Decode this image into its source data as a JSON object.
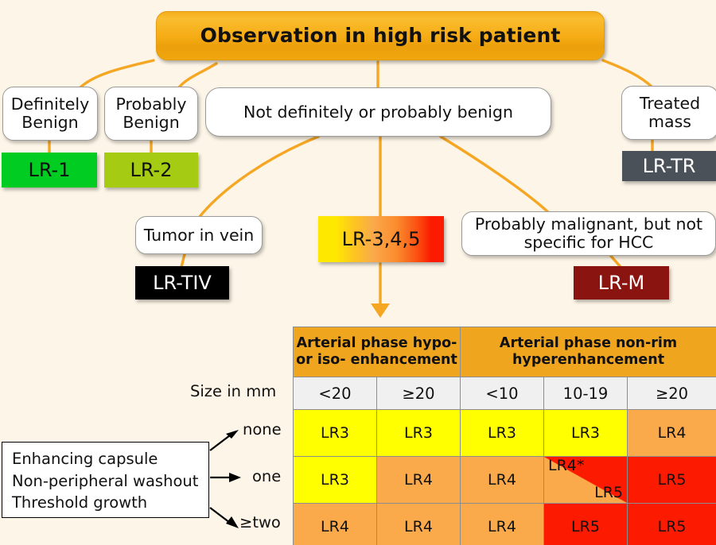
{
  "diagram": {
    "title": "Observation in high risk patient",
    "background_color": "#fdf5e7",
    "connector_color": "#f5a623"
  },
  "nodes": {
    "root": {
      "label": "Observation in high risk patient"
    },
    "definitely_benign": {
      "label": "Definitely\nBenign"
    },
    "probably_benign": {
      "label": "Probably\nBenign"
    },
    "not_benign": {
      "label": "Not definitely or probably benign"
    },
    "treated_mass": {
      "label": "Treated\nmass"
    },
    "tumor_in_vein": {
      "label": "Tumor in vein"
    },
    "probably_malignant": {
      "label": "Probably malignant, but not\nspecific for HCC"
    }
  },
  "categories": {
    "lr1": {
      "label": "LR-1",
      "color": "#00cc22",
      "text_color": "#111111"
    },
    "lr2": {
      "label": "LR-2",
      "color": "#a5cc12",
      "text_color": "#111111"
    },
    "lr345": {
      "label": "LR-3,4,5",
      "color": "gradient-yellow-orange-red",
      "text_color": "#111111"
    },
    "lrtiv": {
      "label": "LR-TIV",
      "color": "#000000",
      "text_color": "#ffffff"
    },
    "lrm": {
      "label": "LR-M",
      "color": "#8a1410",
      "text_color": "#ffffff"
    },
    "lrtr": {
      "label": "LR-TR",
      "color": "#4b5159",
      "text_color": "#ffffff"
    }
  },
  "legend": {
    "features": [
      "Enhancing capsule",
      "Non-peripheral washout",
      "Threshold growth"
    ]
  },
  "table": {
    "size_label": "Size in mm",
    "group_headers": [
      "Arterial phase hypo- or iso- enhancement",
      "Arterial phase non-rim hyperenhancement"
    ],
    "size_columns": [
      "<20",
      "≥20",
      "<10",
      "10-19",
      "≥20"
    ],
    "row_labels": [
      "none",
      "one",
      "≥two"
    ],
    "rows": [
      {
        "label": "none",
        "cells": [
          {
            "text": "LR3",
            "fill": "yellow"
          },
          {
            "text": "LR3",
            "fill": "yellow"
          },
          {
            "text": "LR3",
            "fill": "yellow"
          },
          {
            "text": "LR3",
            "fill": "yellow"
          },
          {
            "text": "LR4",
            "fill": "orange"
          }
        ]
      },
      {
        "label": "one",
        "cells": [
          {
            "text": "LR3",
            "fill": "yellow"
          },
          {
            "text": "LR4",
            "fill": "orange"
          },
          {
            "text": "LR4",
            "fill": "orange"
          },
          {
            "text": "LR4*",
            "text2": "LR5",
            "fill": "split-orange-red"
          },
          {
            "text": "LR5",
            "fill": "red"
          }
        ]
      },
      {
        "label": "≥two",
        "cells": [
          {
            "text": "LR4",
            "fill": "orange"
          },
          {
            "text": "LR4",
            "fill": "orange"
          },
          {
            "text": "LR4",
            "fill": "orange"
          },
          {
            "text": "LR5",
            "fill": "red"
          },
          {
            "text": "LR5",
            "fill": "red"
          }
        ]
      }
    ],
    "fill_colors": {
      "yellow": "#ffff00",
      "orange": "#faa94b",
      "red": "#fc1a00",
      "header": "#f0a51f",
      "size_row": "#f0f0f0"
    }
  }
}
